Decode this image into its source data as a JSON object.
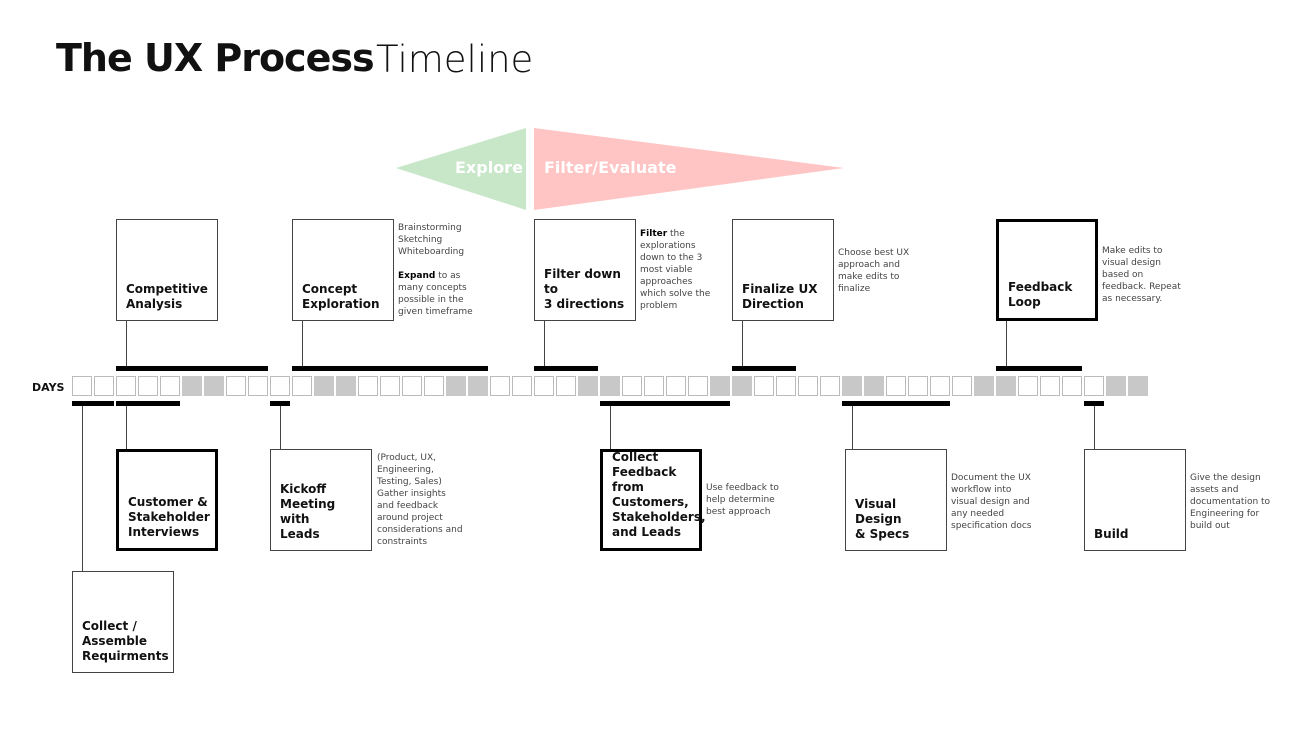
{
  "title": {
    "main": "The UX Process",
    "sub": "Timeline"
  },
  "arrows": {
    "explore": "Explore",
    "filter": "Filter/Evaluate",
    "explore_color": "#c8e6c8",
    "filter_color": "#ffc4c4"
  },
  "timeline": {
    "days_label": "DAYS",
    "cell_pattern": [
      "w",
      "w",
      "w",
      "w",
      "w",
      "g",
      "g",
      "w",
      "w",
      "w",
      "w",
      "g",
      "g",
      "w",
      "w",
      "w",
      "w",
      "g",
      "g",
      "w",
      "w",
      "w",
      "w",
      "g",
      "g",
      "w",
      "w",
      "w",
      "w",
      "g",
      "g",
      "w",
      "w",
      "w",
      "w",
      "g",
      "g",
      "w",
      "w",
      "w",
      "w",
      "g",
      "g",
      "w",
      "w",
      "w",
      "w",
      "g",
      "g"
    ]
  },
  "top_items": [
    {
      "label": "Competitive\nAnalysis",
      "desc": ""
    },
    {
      "label": "Concept\nExploration",
      "desc_lines": "Brainstorming\nSketching\nWhiteboarding",
      "desc_bold": "Expand",
      "desc_rest": " to as\nmany concepts\npossible in the\ngiven timeframe"
    },
    {
      "label": "Filter down to\n3 directions",
      "desc_bold": "Filter",
      "desc_rest": " the\nexplorations\ndown to the 3\nmost viable\napproaches\nwhich solve the\nproblem"
    },
    {
      "label": "Finalize UX\nDirection",
      "desc": "Choose best UX\napproach and\nmake edits to\nfinalize"
    },
    {
      "label": "Feedback\nLoop",
      "desc": "Make edits to\nvisual design\nbased on\nfeedback. Repeat\nas necessary."
    }
  ],
  "bottom_items": [
    {
      "label": "Collect /\nAssemble\nRequirments",
      "desc": ""
    },
    {
      "label": "Customer &\nStakeholder\nInterviews",
      "desc": ""
    },
    {
      "label": "Kickoff\nMeeting with\nLeads",
      "desc": "(Product, UX,\nEngineering,\nTesting, Sales)\nGather insights\nand feedback\naround project\nconsiderations and\nconstraints"
    },
    {
      "label": "Collect\nFeedback\nfrom\nCustomers,\nStakeholders,\nand Leads",
      "desc": "Use feedback to\nhelp determine\nbest approach"
    },
    {
      "label": "Visual Design\n& Specs",
      "desc": "Document the UX\nworkflow into\nvisual design and\nany needed\nspecification docs"
    },
    {
      "label": "Build",
      "desc": "Give the design\nassets and\ndocumentation to\nEngineering for\nbuild out"
    }
  ]
}
